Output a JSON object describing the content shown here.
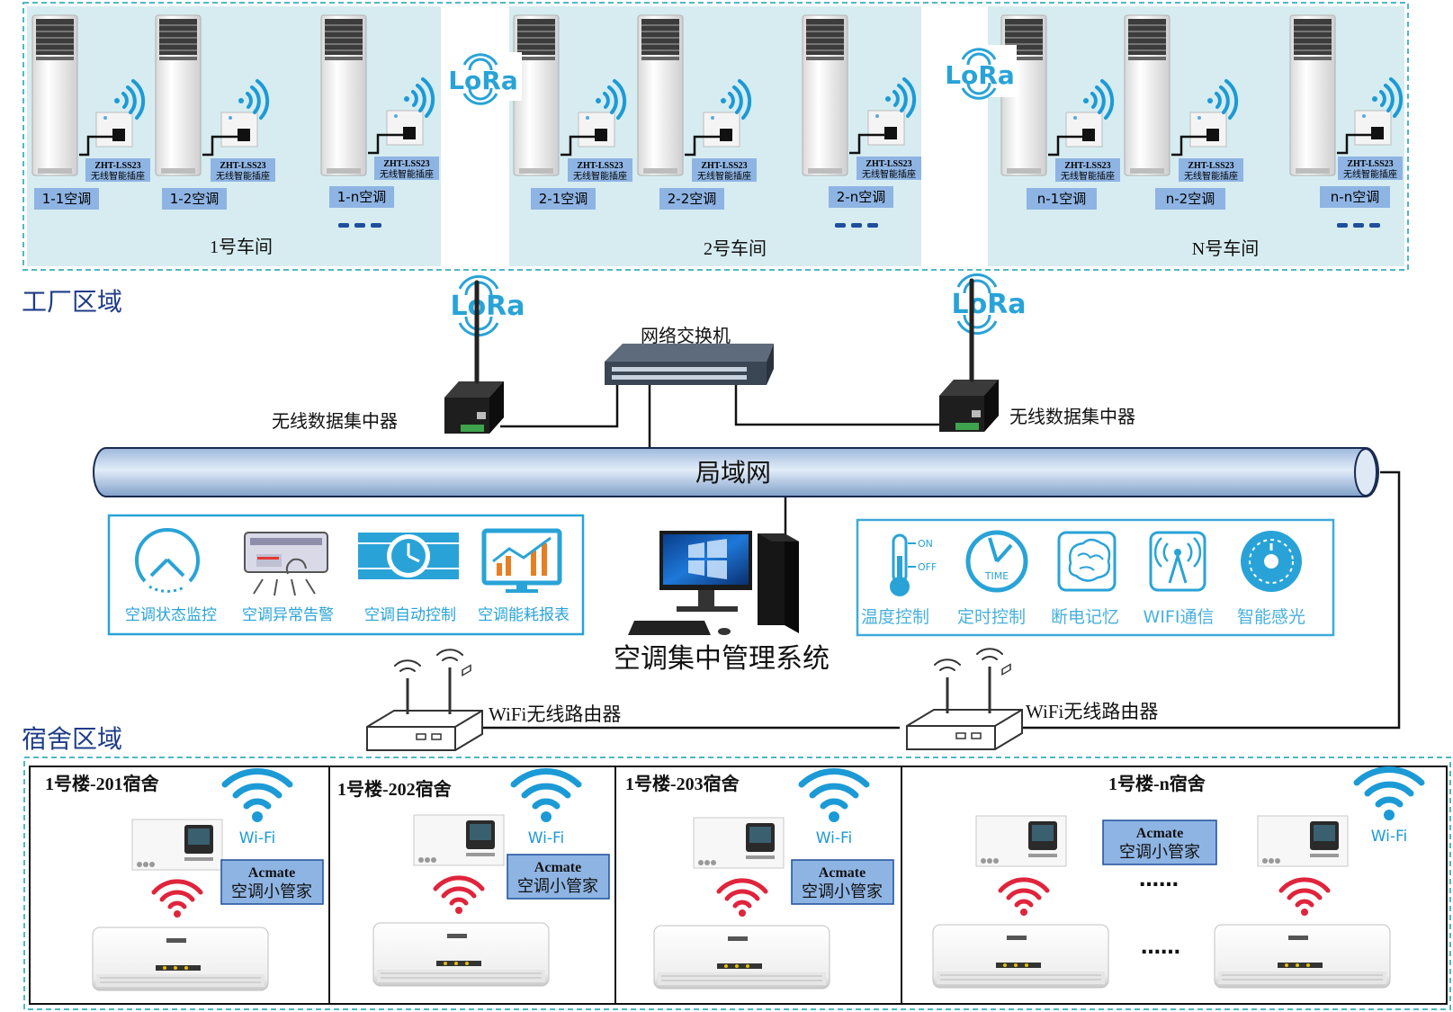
{
  "factory": {
    "area_label": "工厂区域",
    "workshops": [
      {
        "title": "1号车间",
        "units": [
          "1-1空调",
          "1-2空调",
          "1-n空调"
        ]
      },
      {
        "title": "2号车间",
        "units": [
          "2-1空调",
          "2-2空调",
          "2-n空调"
        ]
      },
      {
        "title": "N号车间",
        "units": [
          "n-1空调",
          "n-2空调",
          "n-n空调"
        ]
      }
    ],
    "socket_model": "ZHT-LSS23",
    "socket_name": "无线智能插座",
    "lora_text": "LoRa"
  },
  "network": {
    "switch_label": "网络交换机",
    "concentrator_label": "无线数据集中器",
    "lan_label": "局域网",
    "system_label": "空调集中管理系统",
    "router_label": "WiFi无线路由器"
  },
  "features_left": [
    "空调状态监控",
    "空调异常告警",
    "空调自动控制",
    "空调能耗报表"
  ],
  "features_right": [
    "温度控制",
    "定时控制",
    "断电记忆",
    "WIFI通信",
    "智能感光"
  ],
  "thermo_icon_on": "ON",
  "thermo_icon_off": "OFF",
  "clock_icon_text": "TIME",
  "dorm": {
    "area_label": "宿舍区域",
    "rooms": [
      "1号楼-201宿舍",
      "1号楼-202宿舍",
      "1号楼-203宿舍",
      "1号楼-n宿舍"
    ],
    "wifi_text": "Wi-Fi",
    "device_brand": "Acmate",
    "device_name": "空调小管家",
    "ellipsis": "……"
  },
  "colors": {
    "factory_bg": "#d6ecf0",
    "dashed_border": "#4fb8c4",
    "label_box": "#8eb4e3",
    "pipe_mid": "#c5d9f1",
    "pipe_edge": "#7fa1cc",
    "icon_blue": "#29a3d7",
    "wifi_blue": "#1c9ad6",
    "wifi_red": "#e0243c"
  }
}
